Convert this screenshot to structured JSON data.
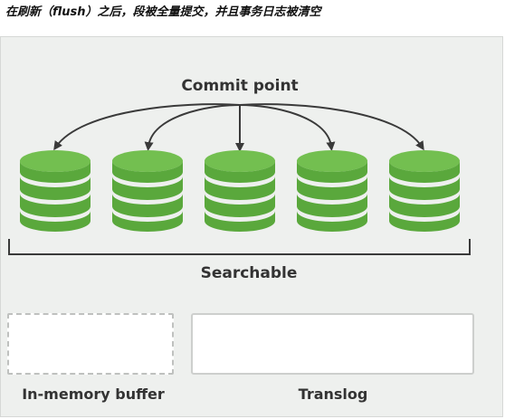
{
  "caption": "在刷新（flush）之后，段被全量提交，并且事务日志被清空",
  "diagram": {
    "commit_point_label": "Commit point",
    "searchable_label": "Searchable",
    "buffer_label": "In-memory buffer",
    "translog_label": "Translog",
    "segment_count": 5
  },
  "colors": {
    "segment_green": "#5aa83c",
    "segment_top": "#73bf50",
    "arrow": "#3a3a3a",
    "text": "#333333",
    "background": "#eef0ee"
  }
}
